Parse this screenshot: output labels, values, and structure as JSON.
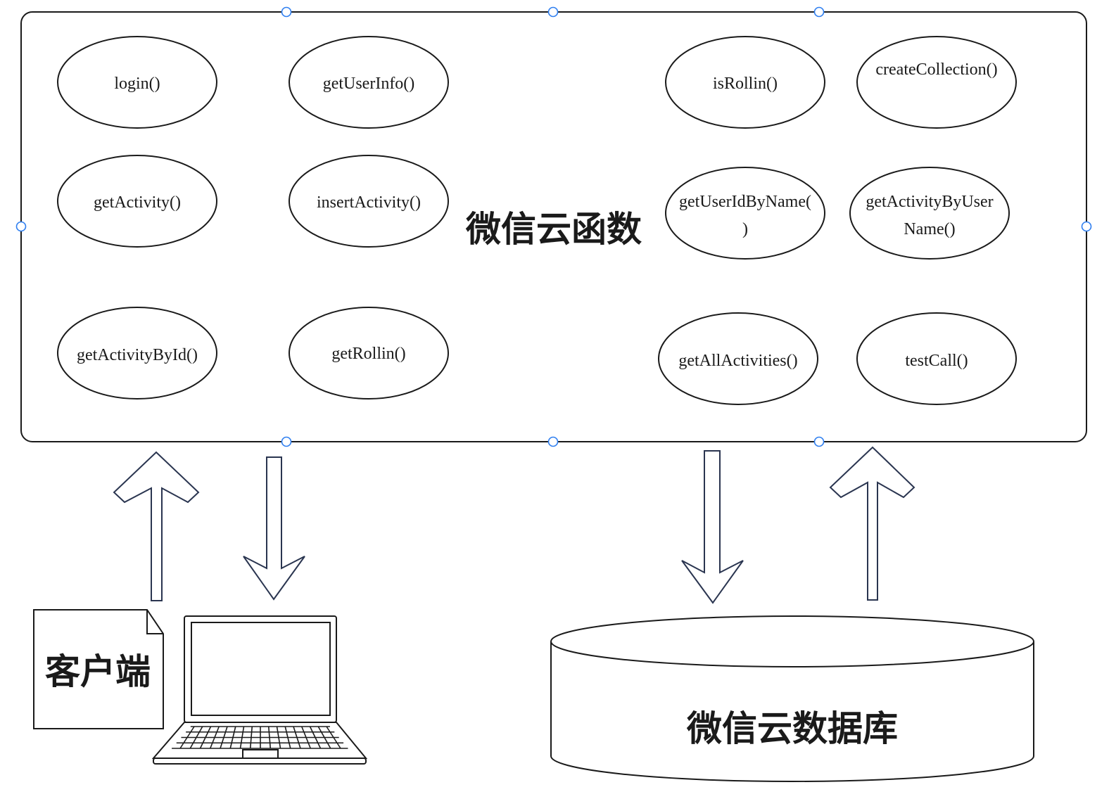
{
  "cloud_functions": {
    "title": "微信云函数",
    "functions": [
      {
        "lines": [
          "login()"
        ]
      },
      {
        "lines": [
          "getUserInfo()"
        ]
      },
      {
        "lines": [
          "isRollin()"
        ]
      },
      {
        "lines": [
          "createCollection()"
        ]
      },
      {
        "lines": [
          "getActivity()"
        ]
      },
      {
        "lines": [
          "insertActivity()"
        ]
      },
      {
        "lines": [
          "getUserIdByName(",
          ")"
        ]
      },
      {
        "lines": [
          "getActivityByUser",
          "Name()"
        ]
      },
      {
        "lines": [
          "getActivityById()"
        ]
      },
      {
        "lines": [
          "getRollin()"
        ]
      },
      {
        "lines": [
          "getAllActivities()"
        ]
      },
      {
        "lines": [
          "testCall()"
        ]
      }
    ]
  },
  "client": {
    "label": "客户端",
    "icon": "laptop-icon"
  },
  "database": {
    "label": "微信云数据库"
  },
  "arrows": [
    {
      "name": "client-to-functions-arrow",
      "direction": "up"
    },
    {
      "name": "functions-to-client-arrow",
      "direction": "down"
    },
    {
      "name": "functions-to-database-arrow",
      "direction": "down"
    },
    {
      "name": "database-to-functions-arrow",
      "direction": "up"
    }
  ],
  "colors": {
    "stroke": "#1a1a1a",
    "arrow_stroke": "#2a3550",
    "selection_handle": "#2f7ff0"
  }
}
